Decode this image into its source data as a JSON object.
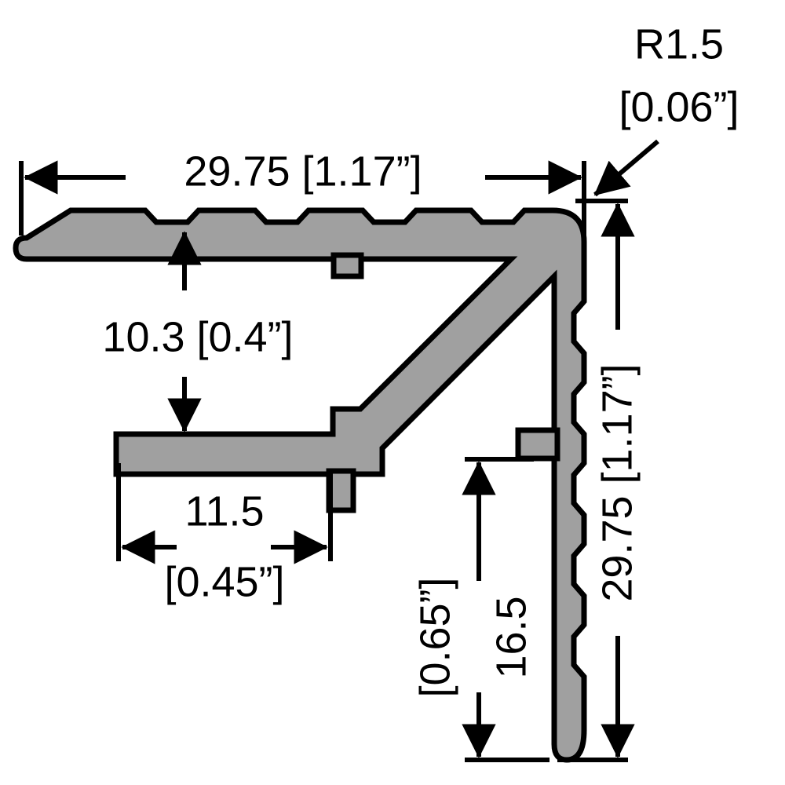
{
  "drawing": {
    "type": "technical-cross-section",
    "description": "Aluminium stair nosing / corner edge trim extrusion cross-section profile",
    "profile_fill_color": "#a0a0a0",
    "line_color": "#000000",
    "background_color": "#ffffff",
    "units_note": "millimetres with inches in brackets"
  },
  "dimensions": {
    "top_width": {
      "label": "29.75 [1.17”]",
      "value_mm": 29.75,
      "value_in": 1.17,
      "orientation": "horizontal",
      "position": "top"
    },
    "corner_radius": {
      "label_line1": "R1.5",
      "label_line2": "[0.06”]",
      "value_mm": 1.5,
      "value_in": 0.06,
      "orientation": "leader",
      "position": "top-right"
    },
    "right_height": {
      "label": "29.75 [1.17”]",
      "value_mm": 29.75,
      "value_in": 1.17,
      "orientation": "vertical-rotated",
      "position": "right"
    },
    "top_flange_thickness": {
      "label": "10.3 [0.4”]",
      "value_mm": 10.3,
      "value_in": 0.4,
      "orientation": "vertical",
      "position": "left"
    },
    "bottom_flange_width": {
      "label_line1": "11.5",
      "label_line2": "[0.45”]",
      "value_mm": 11.5,
      "value_in": 0.45,
      "orientation": "horizontal",
      "position": "bottom-left"
    },
    "inner_height": {
      "label_line1": "16.5",
      "label_line2": "[0.65”]",
      "value_mm": 16.5,
      "value_in": 0.65,
      "orientation": "vertical-rotated",
      "position": "bottom-center"
    }
  }
}
